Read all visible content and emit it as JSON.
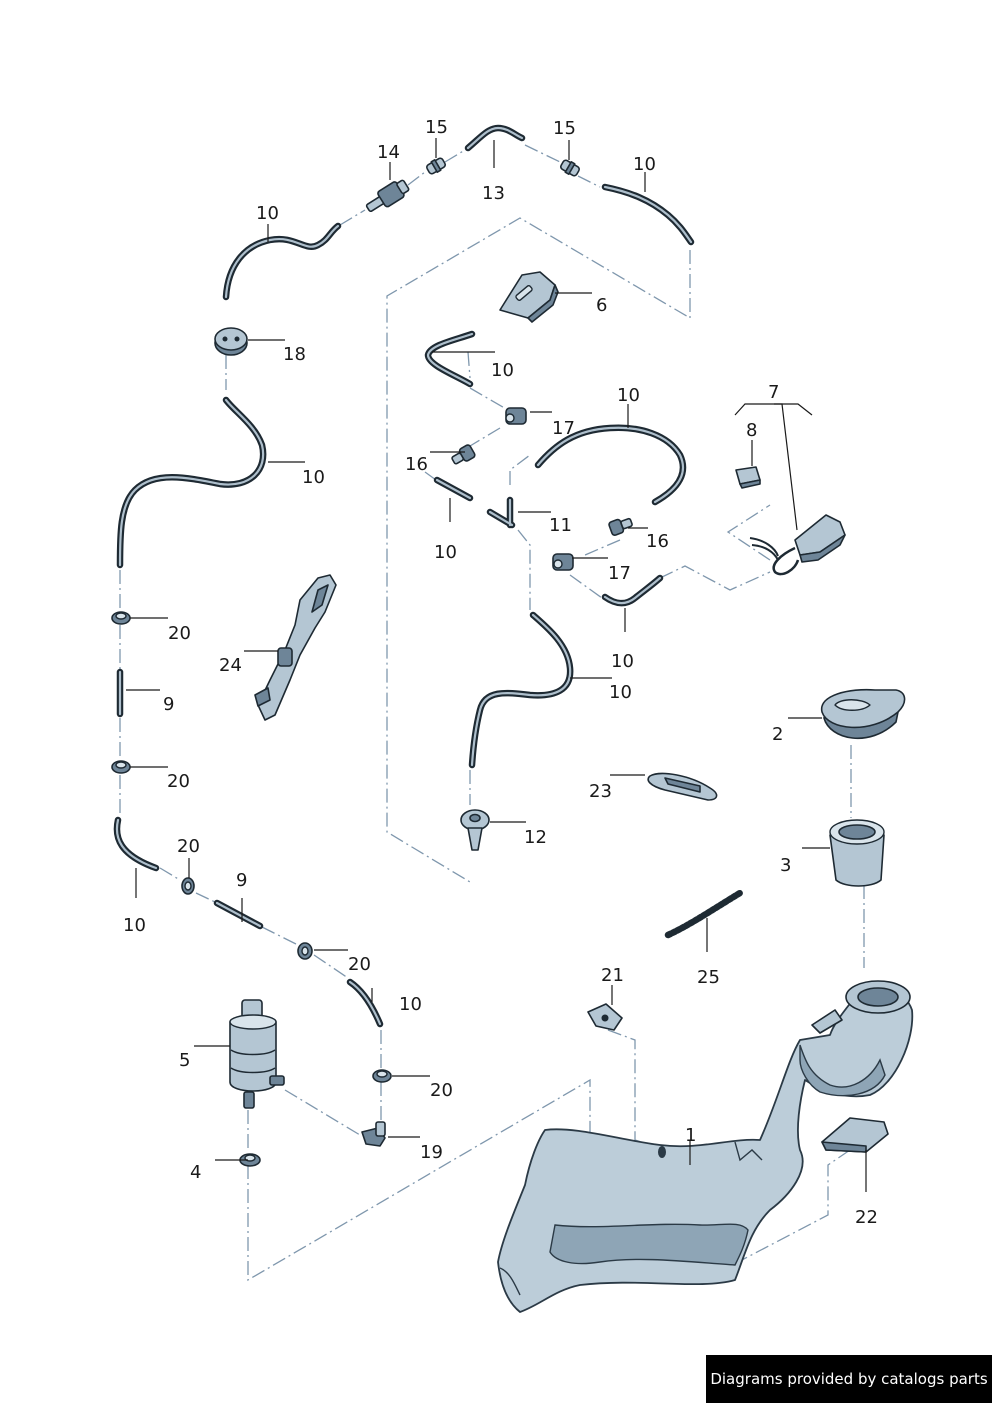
{
  "callouts": {
    "c1": "1",
    "c2": "2",
    "c3": "3",
    "c4": "4",
    "c5": "5",
    "c6": "6",
    "c7": "7",
    "c8": "8",
    "c9": "9",
    "c10": "10",
    "c11": "11",
    "c12": "12",
    "c13": "13",
    "c14": "14",
    "c15": "15",
    "c16": "16",
    "c17": "17",
    "c18": "18",
    "c19": "19",
    "c20": "20",
    "c21": "21",
    "c22": "22",
    "c23": "23",
    "c24": "24",
    "c25": "25"
  },
  "credit": "Diagrams provided by catalogs parts"
}
